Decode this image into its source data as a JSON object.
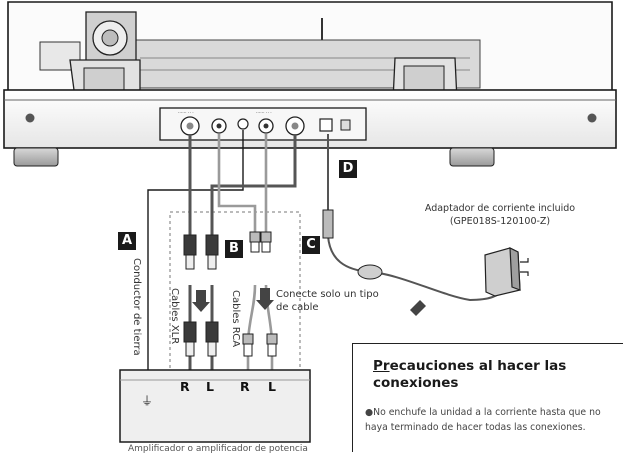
{
  "labels": {
    "a": "A",
    "b": "B",
    "c": "C",
    "d": "D",
    "ground_wire": "Conductor de tierra",
    "xlr_cables": "Cables XLR",
    "rca_cables": "Cables RCA",
    "one_cable_type": "Conecte solo un tipo de cable",
    "one_cable_type_l1": "Conecte solo un tipo",
    "one_cable_type_l2": "de cable",
    "adapter_line1": "Adaptador de corriente incluido",
    "adapter_line2": "(GPE018S-120100-Z)",
    "channels": [
      "R",
      "L",
      "R",
      "L"
    ],
    "ground_symbol": "⏚",
    "amplifier": "Amplificador o amplificador de potencia"
  },
  "note": {
    "title_prefix": "Pr",
    "title_rest": "ecauciones al hacer las",
    "title_line2": "conexiones",
    "bullet": "●No enchufe la unidad a la corriente hasta que no haya terminado de hacer todas las conexiones."
  },
  "colors": {
    "line": "#1a1a1a",
    "cable": "#555555",
    "cable_light": "#9a9a9a",
    "dashed": "#777777",
    "body": "#f2f2f2"
  }
}
